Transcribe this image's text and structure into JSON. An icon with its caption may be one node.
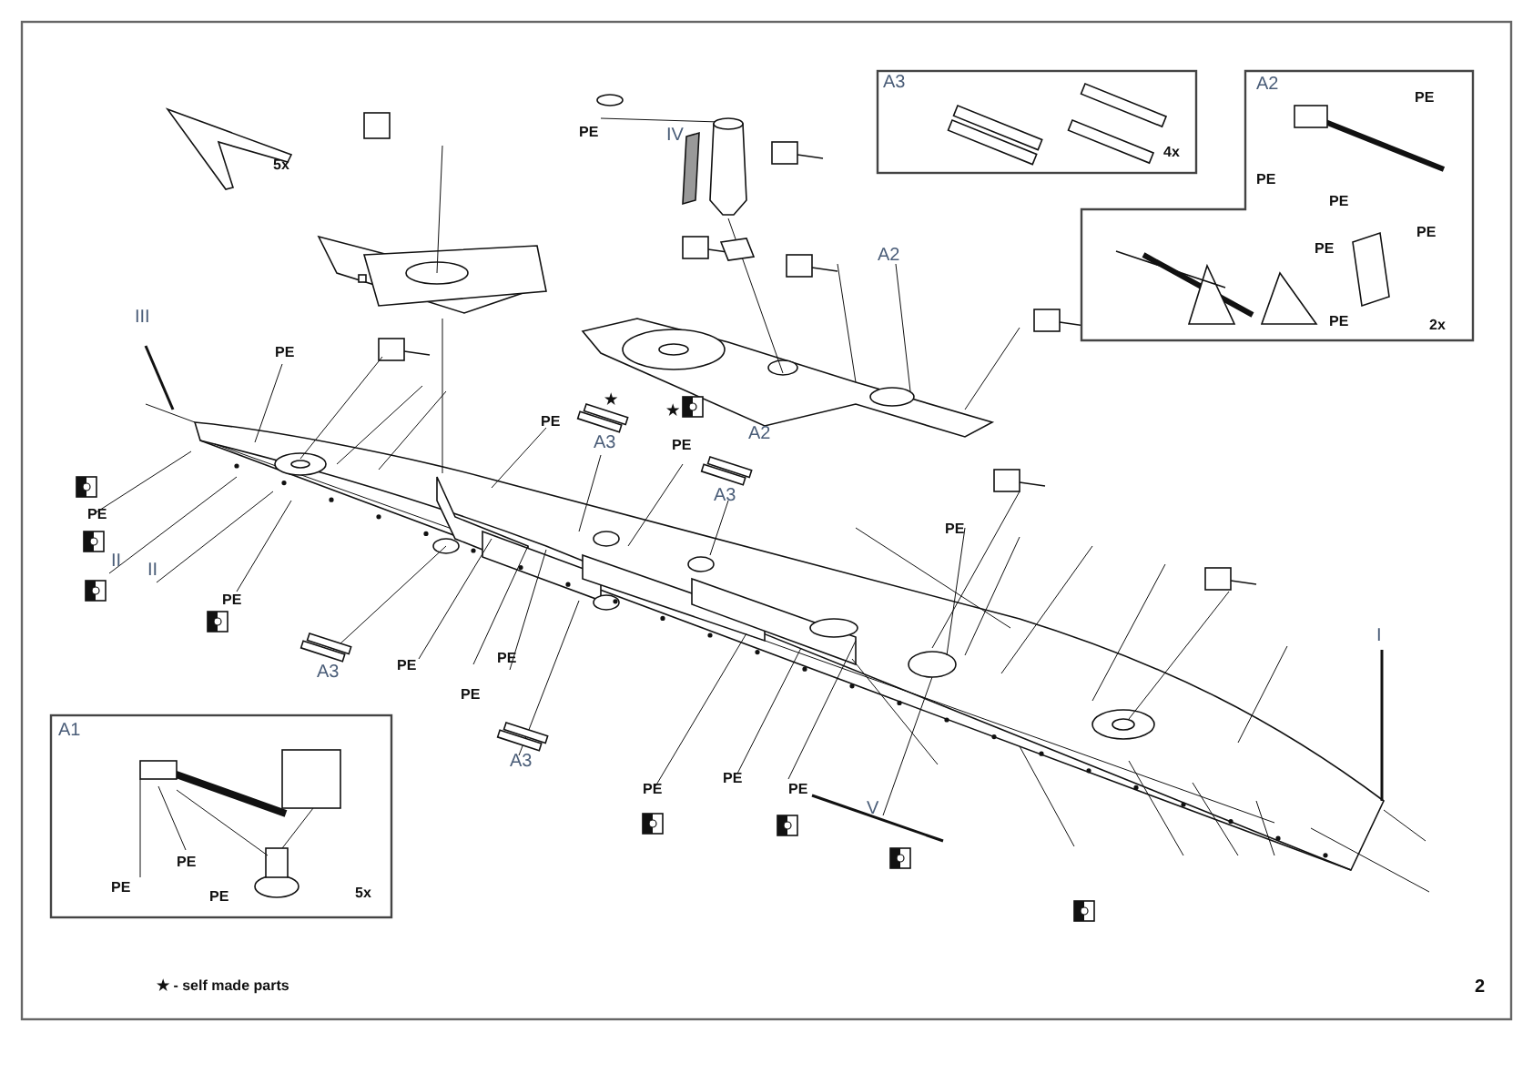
{
  "diagram": {
    "nodes": [
      {
        "text": [
          "A3",
          "4x"
        ]
      },
      {
        "text": [
          "A2",
          "PE",
          "PE",
          "PE",
          "PE",
          "PE",
          "PE",
          "2x"
        ]
      },
      {
        "text": [
          "A1",
          "PE",
          "PE",
          "PE",
          "5x"
        ]
      }
    ],
    "labels": [
      "PE",
      "IV",
      "5x",
      "A2",
      "III",
      "PE",
      "★",
      "★",
      "PE",
      "A2",
      "A3",
      "PE",
      "A3",
      "PE",
      "PE",
      "II",
      "II",
      "PE",
      "PE",
      "PE",
      "A3",
      "PE",
      "A3",
      "PE",
      "PE",
      "PE",
      "V",
      "I",
      "★ - self made parts",
      "2"
    ]
  }
}
